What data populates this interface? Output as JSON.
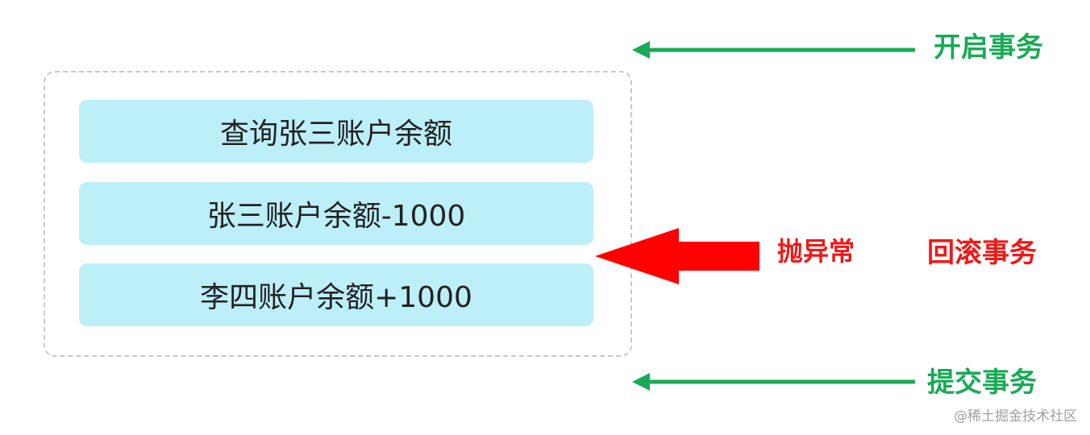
{
  "steps": [
    {
      "label": "查询张三账户余额"
    },
    {
      "label": "张三账户余额-1000"
    },
    {
      "label": "李四账户余额+1000"
    }
  ],
  "labels": {
    "begin": "开启事务",
    "exception": "抛异常",
    "rollback": "回滚事务",
    "commit": "提交事务"
  },
  "colors": {
    "green": "#1aaa55",
    "red": "#f01818",
    "step_fill": "#bdeff9",
    "dash_border": "#c8c8c8"
  },
  "watermark": "@稀土掘金技术社区"
}
